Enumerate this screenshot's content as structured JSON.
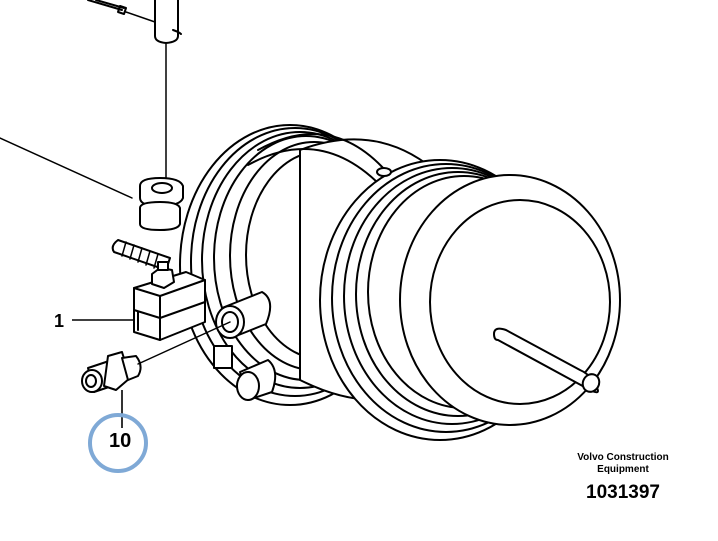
{
  "diagram": {
    "type": "parts-exploded-view",
    "subject": "brake chamber assembly",
    "callouts": [
      {
        "id": "1",
        "label": "1",
        "highlighted": false
      },
      {
        "id": "10",
        "label": "10",
        "highlighted": true,
        "highlight_color": "#7fa9d6"
      }
    ],
    "brand": {
      "line1": "Volvo Construction",
      "line2": "Equipment"
    },
    "part_number": "1031397",
    "colors": {
      "line": "#000000",
      "background": "#ffffff",
      "highlight": "#7fa9d6"
    }
  }
}
